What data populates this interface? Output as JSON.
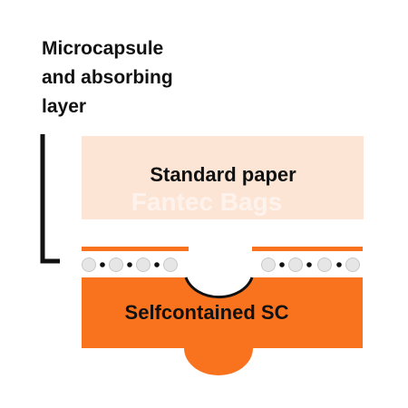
{
  "label": {
    "lines": [
      "Microcapsule",
      "and absorbing",
      "layer"
    ]
  },
  "paper": {
    "label": "Standard paper",
    "watermark": "Fantec Bags"
  },
  "base": {
    "label": "Selfcontained SC"
  },
  "colors": {
    "paper_fill": "#fde5d6",
    "orange": "#f9731e",
    "bracket": "#111111",
    "capsule_fill": "#e6e6e6",
    "dot": "#111111",
    "watermark": "#ffffff"
  }
}
